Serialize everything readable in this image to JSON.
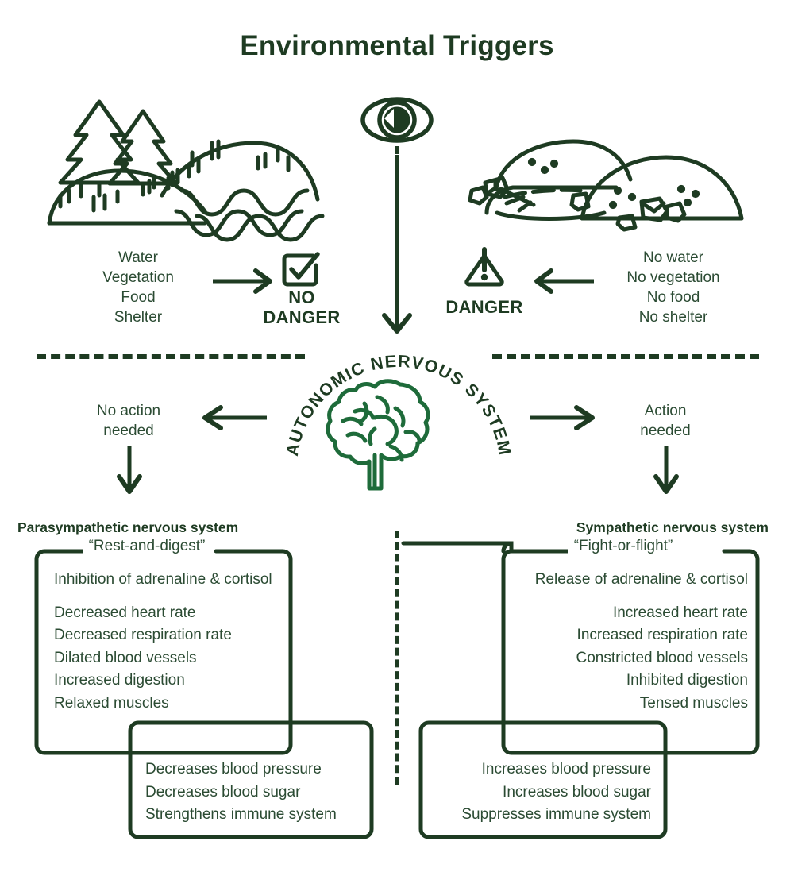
{
  "page": {
    "title": "Environmental Triggers",
    "accent_color": "#1E3B22",
    "text_color": "#2B4B33",
    "background": "#ffffff"
  },
  "perception": {
    "icon": "eye-icon"
  },
  "left_scene": {
    "icon": "lush-landscape-illustration",
    "resources": "Water\nVegetation\nFood\nShelter",
    "verdict_icon": "checkbox-checked-icon",
    "verdict": "NO\nDANGER",
    "arrow": "arrow-right-icon"
  },
  "right_scene": {
    "icon": "desert-landscape-illustration",
    "resources": "No water\nNo vegetation\nNo food\nNo shelter",
    "verdict_icon": "warning-triangle-icon",
    "verdict": "DANGER",
    "arrow": "arrow-left-icon"
  },
  "center": {
    "label": "AUTONOMIC NERVOUS SYSTEM",
    "icon": "brain-icon"
  },
  "left_branch": {
    "arrow_from_center": "arrow-left-icon",
    "label": "No action\nneeded",
    "arrow_down": "arrow-down-icon"
  },
  "right_branch": {
    "arrow_from_center": "arrow-right-icon",
    "label": "Action\nneeded",
    "arrow_down": "arrow-down-icon"
  },
  "parasympathetic": {
    "title": "Parasympathetic nervous system",
    "subtitle": "“Rest-and-digest”",
    "primary": "Inhibition of adrenaline & cortisol",
    "effects": [
      "Decreased heart rate",
      "Decreased respiration rate",
      "Dilated blood vessels",
      "Increased digestion",
      "Relaxed muscles"
    ],
    "outcomes": [
      "Decreases blood pressure",
      "Decreases blood sugar",
      "Strengthens immune system"
    ]
  },
  "sympathetic": {
    "title": "Sympathetic nervous system",
    "subtitle": "“Fight-or-flight”",
    "primary": "Release of adrenaline & cortisol",
    "effects": [
      "Increased heart rate",
      "Increased respiration rate",
      "Constricted blood vessels",
      "Inhibited digestion",
      "Tensed muscles"
    ],
    "outcomes": [
      "Increases blood pressure",
      "Increases blood sugar",
      "Suppresses immune system"
    ]
  }
}
